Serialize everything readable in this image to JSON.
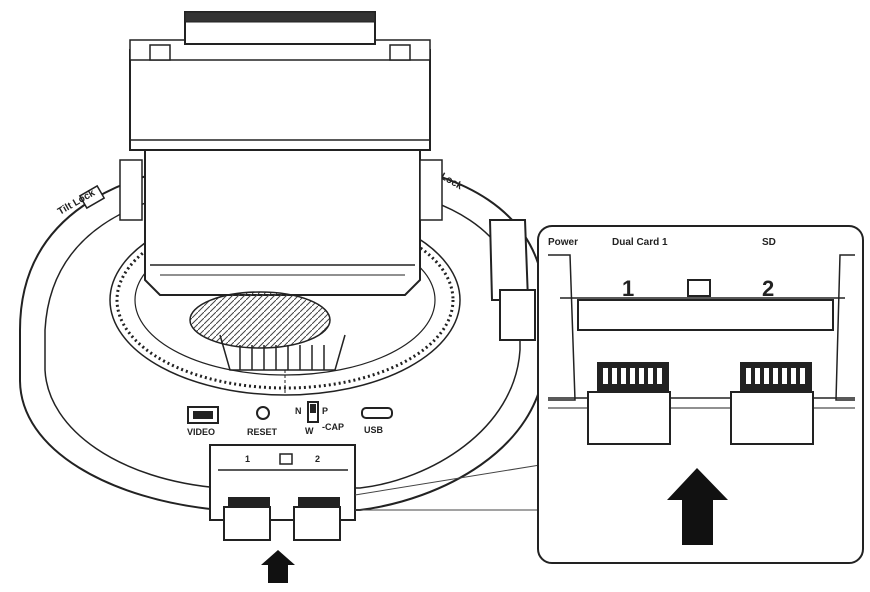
{
  "labels": {
    "port_video": "VIDEO",
    "port_reset": "RESET",
    "port_usb": "USB",
    "switch_left": "N",
    "switch_right": "P",
    "switch_bottom": "W",
    "switch_side": "-CAP",
    "slot_label_1": "1",
    "slot_label_2": "2",
    "zoom_slot_1": "1",
    "zoom_slot_2": "2",
    "zoom_header_left": "Power",
    "zoom_header_mid": "Dual Card 1",
    "zoom_header_right": "SD",
    "tilt_left": "Tilt Lock",
    "tilt_right": "Lock"
  },
  "icons": {
    "insert_arrow_small": "up-arrow-icon",
    "insert_arrow_zoom": "up-arrow-icon",
    "lock_icon": "lock-icon",
    "card_icon": "sd-card-icon"
  },
  "colors": {
    "line": "#222222",
    "fill": "#ffffff",
    "shade": "#d9d9d9"
  }
}
